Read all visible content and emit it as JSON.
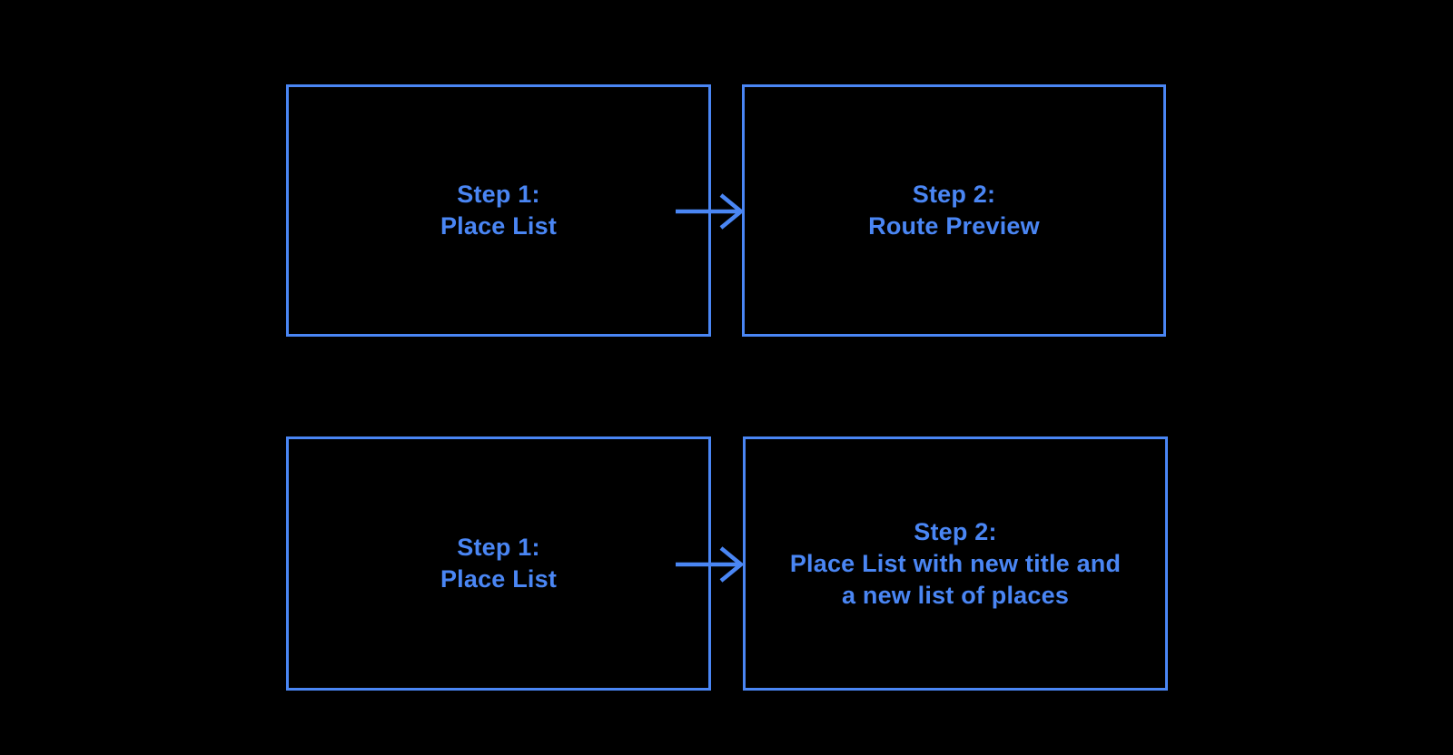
{
  "canvas": {
    "background_color": "#000000",
    "accent_color": "#4A86F4",
    "text_color": "#4A86F4"
  },
  "diagram": {
    "rows": [
      {
        "source": {
          "lines": [
            "Step 1:",
            "Place List"
          ]
        },
        "arrow": "right-arrow",
        "target": {
          "lines": [
            "Step 2:",
            "Route Preview"
          ]
        }
      },
      {
        "source": {
          "lines": [
            "Step 1:",
            "Place List"
          ]
        },
        "arrow": "right-arrow",
        "target": {
          "lines": [
            "Step 2:",
            "Place List with new title and",
            "a new list of places"
          ]
        }
      }
    ]
  }
}
